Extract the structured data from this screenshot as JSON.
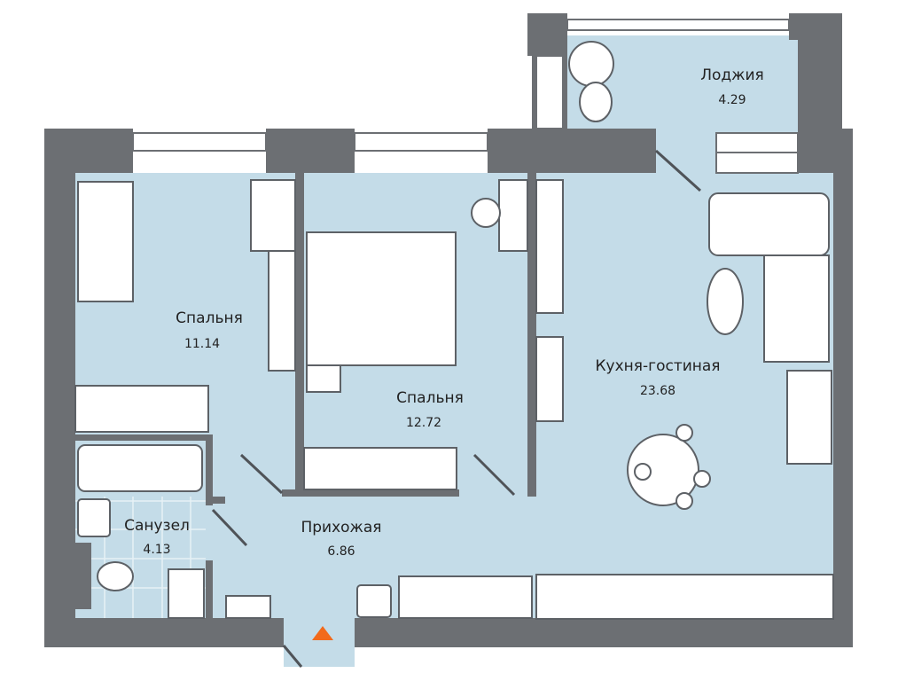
{
  "rooms": {
    "loggia": {
      "name": "Лоджия",
      "area": "4.29"
    },
    "bedroom1": {
      "name": "Спальня",
      "area": "11.14"
    },
    "bedroom2": {
      "name": "Спальня",
      "area": "12.72"
    },
    "kitchen_living": {
      "name": "Кухня-гостиная",
      "area": "23.68"
    },
    "bathroom": {
      "name": "Санузел",
      "area": "4.13"
    },
    "hallway": {
      "name": "Прихожая",
      "area": "6.86"
    }
  },
  "colors": {
    "wall": "#6c6f73",
    "floor": "#c4dce8",
    "entrance_marker": "#f26a1b"
  },
  "icons": [
    "entrance-arrow-icon"
  ]
}
